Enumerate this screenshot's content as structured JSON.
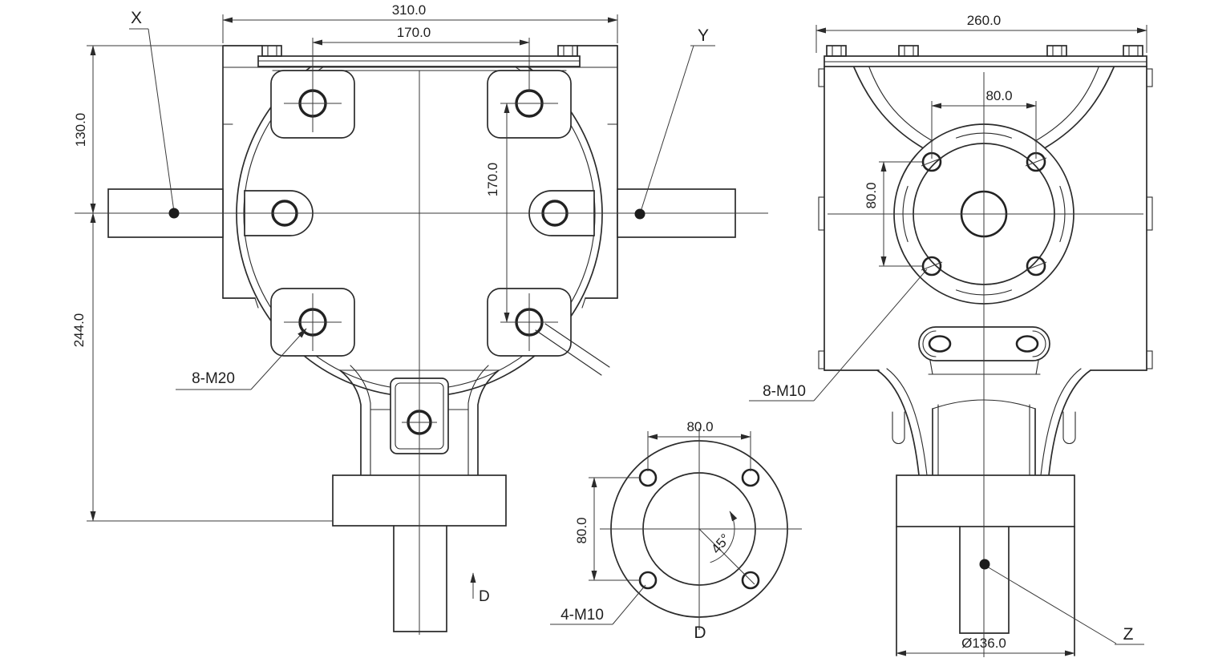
{
  "front": {
    "dim_total_width": "310.0",
    "dim_bolt_pitch_h": "170.0",
    "dim_center_height": "130.0",
    "dim_base_height": "244.0",
    "dim_bolt_pitch_v": "170.0",
    "thread_label": "8-M20",
    "axis_x_label": "X",
    "axis_y_label": "Y",
    "view_arrow_label": "D"
  },
  "detail": {
    "dim_pitch_h": "80.0",
    "dim_pitch_v": "80.0",
    "angle_label": "45°",
    "thread_label": "4-M10",
    "title": "D"
  },
  "side": {
    "dim_total_width": "260.0",
    "dim_pitch_h": "80.0",
    "dim_pitch_v": "80.0",
    "dim_flange_dia": "Ø136.0",
    "thread_label": "8-M10",
    "axis_z_label": "Z"
  },
  "style": {
    "line_color": "#2b2b2b",
    "bg_color": "#ffffff"
  }
}
